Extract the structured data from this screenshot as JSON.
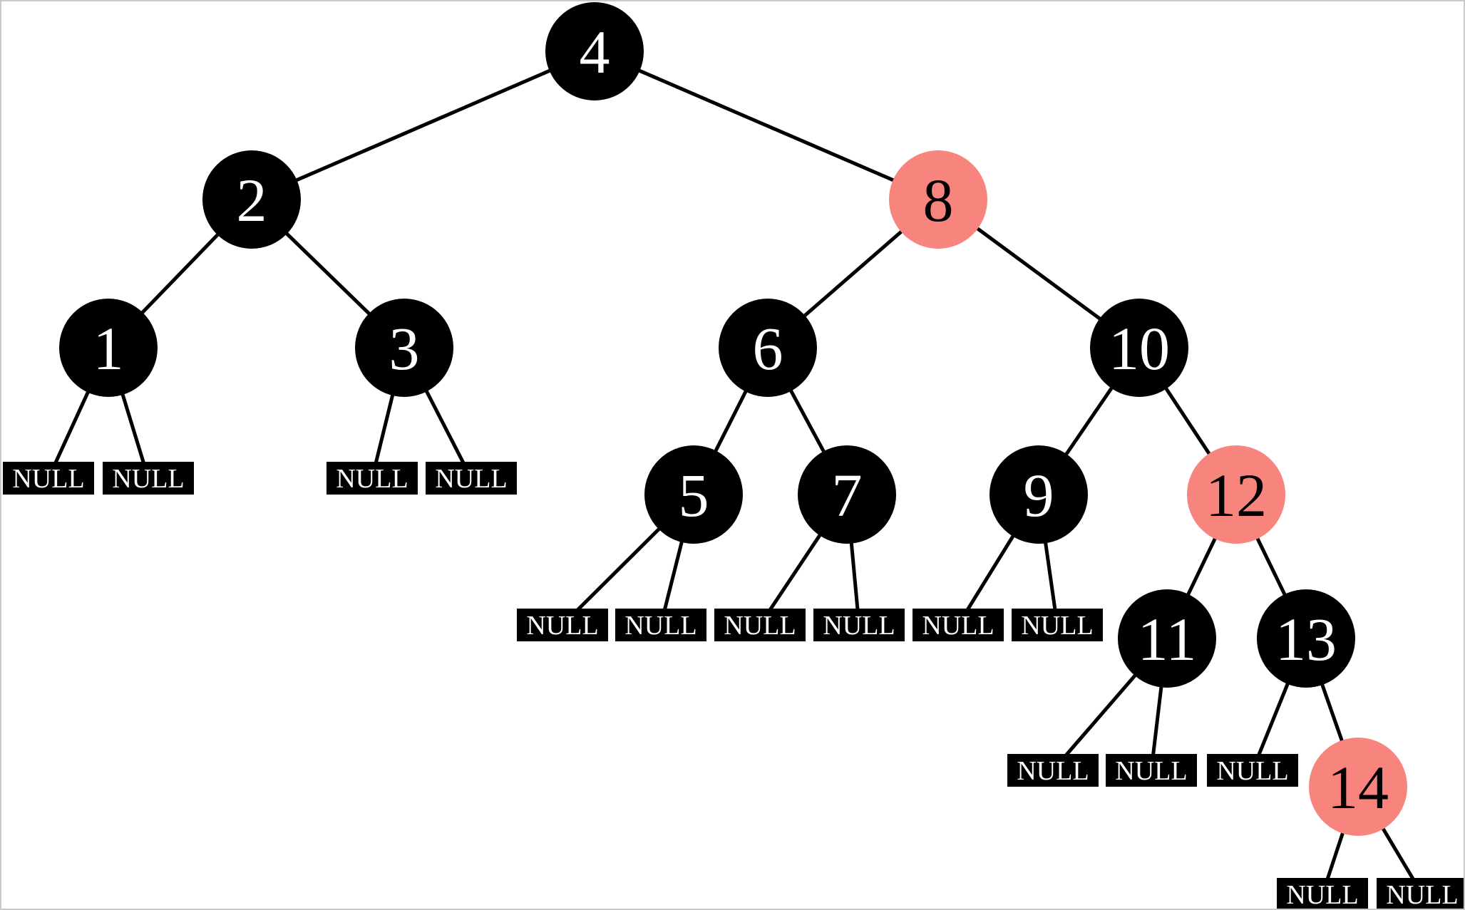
{
  "null_label": "NULL",
  "colors": {
    "black_node_fill": "#000000",
    "black_node_text": "#ffffff",
    "red_node_fill": "#f8847e",
    "red_node_text": "#000000",
    "edge_color": "#000000",
    "background": "#ffffff",
    "border": "#c9c9c9"
  },
  "nodes": [
    {
      "label": "4",
      "color": "black"
    },
    {
      "label": "2",
      "color": "black"
    },
    {
      "label": "8",
      "color": "red"
    },
    {
      "label": "1",
      "color": "black"
    },
    {
      "label": "3",
      "color": "black"
    },
    {
      "label": "6",
      "color": "black"
    },
    {
      "label": "10",
      "color": "black"
    },
    {
      "label": "5",
      "color": "black"
    },
    {
      "label": "7",
      "color": "black"
    },
    {
      "label": "9",
      "color": "black"
    },
    {
      "label": "12",
      "color": "red"
    },
    {
      "label": "11",
      "color": "black"
    },
    {
      "label": "13",
      "color": "black"
    },
    {
      "label": "14",
      "color": "red"
    }
  ],
  "edges": [
    [
      "4",
      "2"
    ],
    [
      "4",
      "8"
    ],
    [
      "2",
      "1"
    ],
    [
      "2",
      "3"
    ],
    [
      "8",
      "6"
    ],
    [
      "8",
      "10"
    ],
    [
      "1",
      "NULL"
    ],
    [
      "1",
      "NULL"
    ],
    [
      "3",
      "NULL"
    ],
    [
      "3",
      "NULL"
    ],
    [
      "6",
      "5"
    ],
    [
      "6",
      "7"
    ],
    [
      "10",
      "9"
    ],
    [
      "10",
      "12"
    ],
    [
      "5",
      "NULL"
    ],
    [
      "5",
      "NULL"
    ],
    [
      "7",
      "NULL"
    ],
    [
      "7",
      "NULL"
    ],
    [
      "9",
      "NULL"
    ],
    [
      "9",
      "NULL"
    ],
    [
      "12",
      "11"
    ],
    [
      "12",
      "13"
    ],
    [
      "11",
      "NULL"
    ],
    [
      "11",
      "NULL"
    ],
    [
      "13",
      "NULL"
    ],
    [
      "13",
      "14"
    ],
    [
      "14",
      "NULL"
    ],
    [
      "14",
      "NULL"
    ]
  ],
  "structure": {
    "value": 4,
    "color": "black",
    "left": {
      "value": 2,
      "color": "black",
      "left": {
        "value": 1,
        "color": "black",
        "left": "NULL",
        "right": "NULL"
      },
      "right": {
        "value": 3,
        "color": "black",
        "left": "NULL",
        "right": "NULL"
      }
    },
    "right": {
      "value": 8,
      "color": "red",
      "left": {
        "value": 6,
        "color": "black",
        "left": {
          "value": 5,
          "color": "black",
          "left": "NULL",
          "right": "NULL"
        },
        "right": {
          "value": 7,
          "color": "black",
          "left": "NULL",
          "right": "NULL"
        }
      },
      "right": {
        "value": 10,
        "color": "black",
        "left": {
          "value": 9,
          "color": "black",
          "left": "NULL",
          "right": "NULL"
        },
        "right": {
          "value": 12,
          "color": "red",
          "left": {
            "value": 11,
            "color": "black",
            "left": "NULL",
            "right": "NULL"
          },
          "right": {
            "value": 13,
            "color": "black",
            "left": "NULL",
            "right": {
              "value": 14,
              "color": "red",
              "left": "NULL",
              "right": "NULL"
            }
          }
        }
      }
    }
  }
}
